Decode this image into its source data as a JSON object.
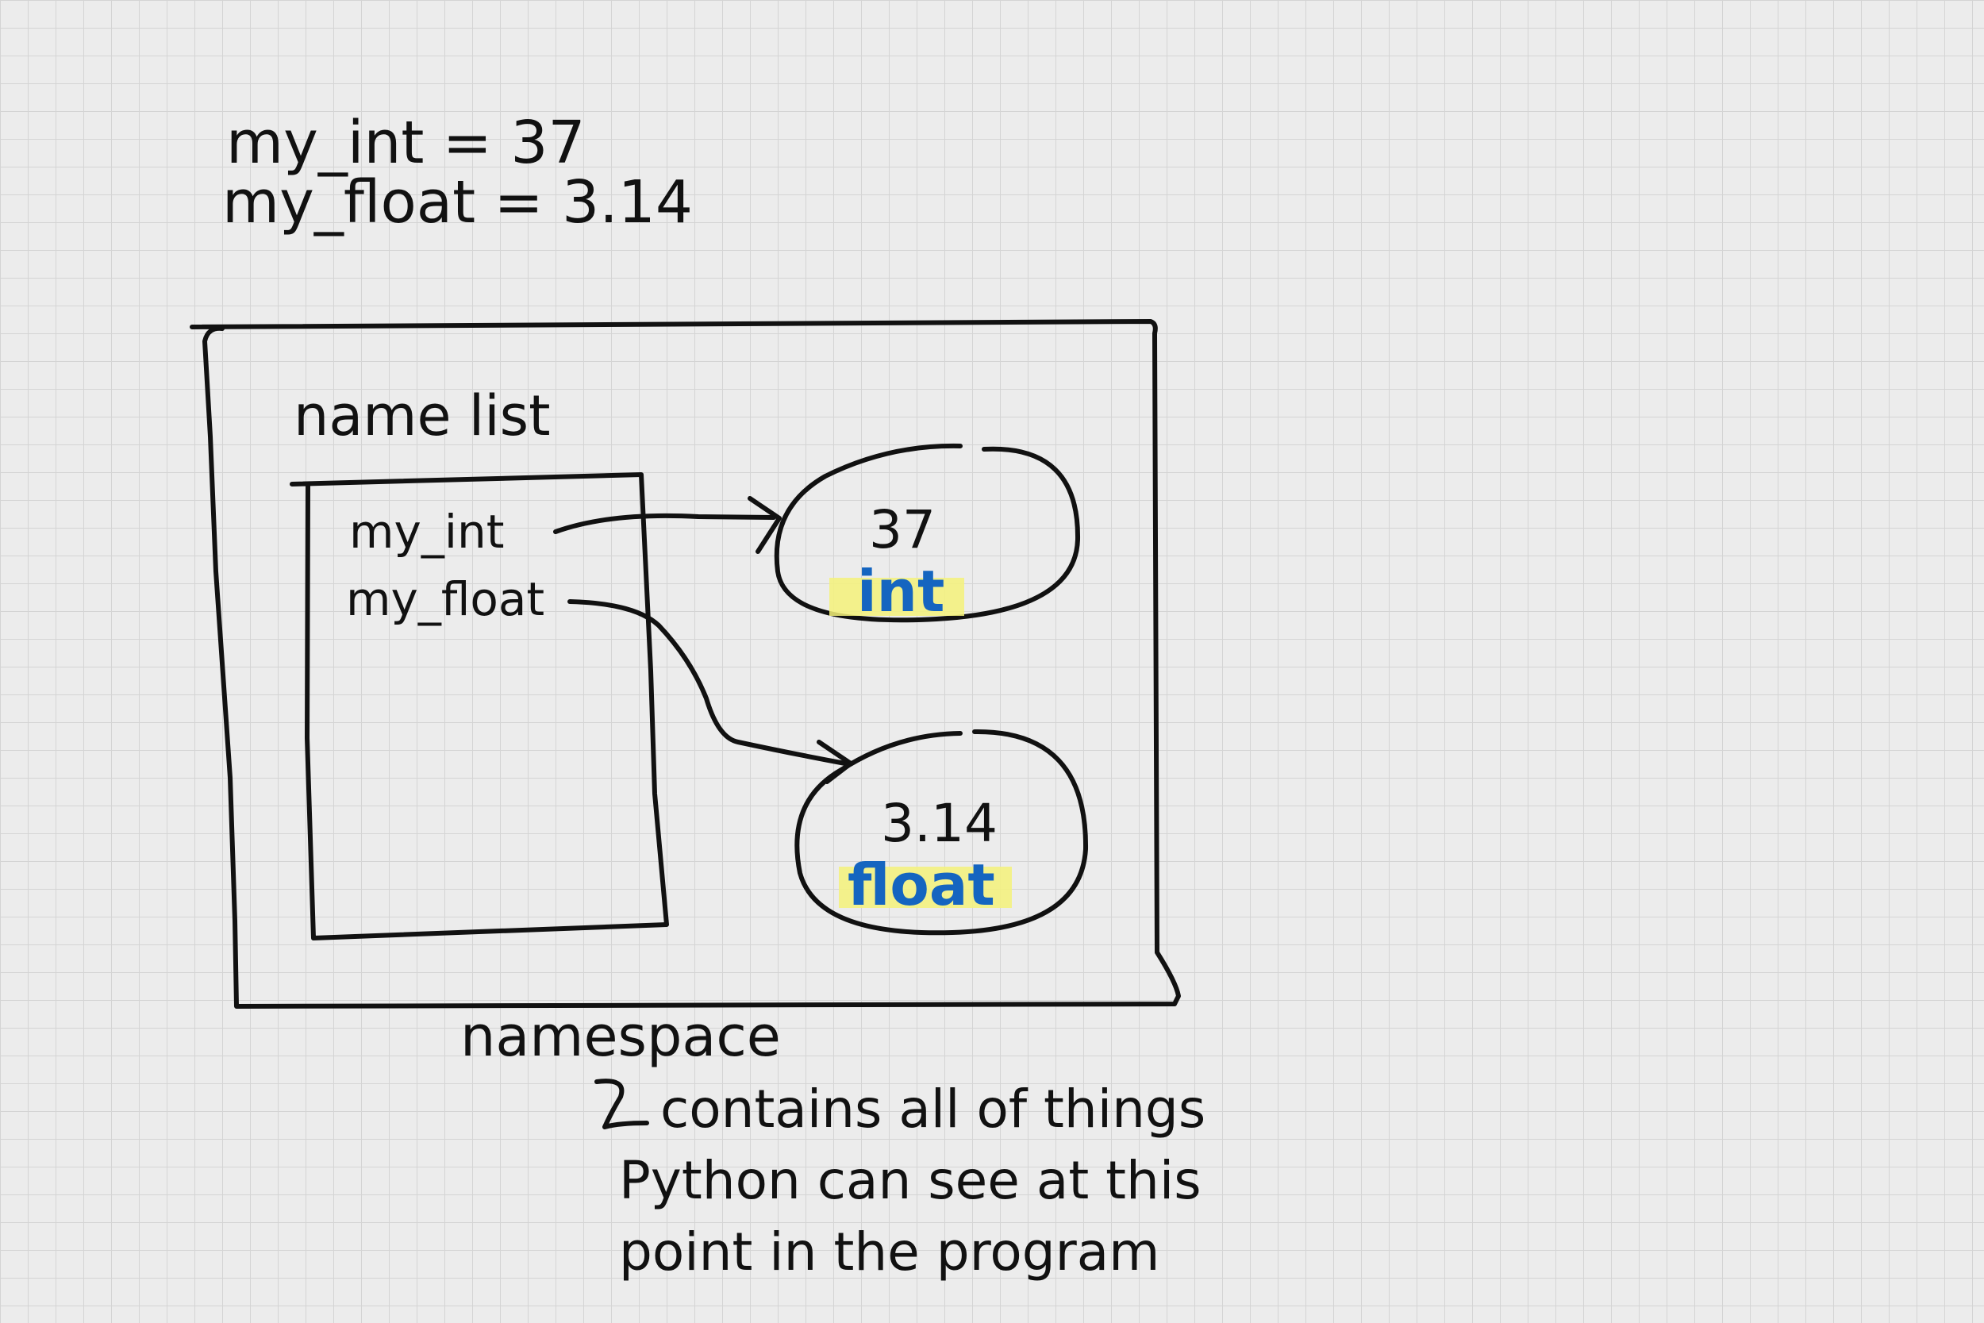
{
  "code": {
    "line1": "my_int = 37",
    "line2": "my_float = 3.14"
  },
  "namespace": {
    "label": "namespace",
    "name_list": {
      "label": "name list",
      "entries": [
        "my_int",
        "my_float"
      ]
    },
    "objects": [
      {
        "value": "37",
        "type": "int"
      },
      {
        "value": "3.14",
        "type": "float"
      }
    ]
  },
  "note": {
    "lines": [
      "contains all of things",
      "Python can see at this",
      "point in the program"
    ]
  },
  "colors": {
    "ink": "#111111",
    "type_text": "#1565c0",
    "highlight": "#f4f27a",
    "grid": "#d4d4d4",
    "background": "#ececec"
  }
}
